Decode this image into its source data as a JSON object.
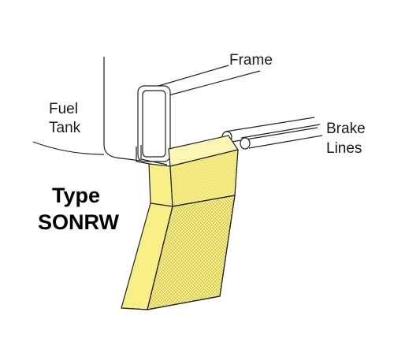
{
  "labels": {
    "frame": "Frame",
    "fuel_tank_line1": "Fuel",
    "fuel_tank_line2": "Tank",
    "brake_lines_line1": "Brake",
    "brake_lines_line2": "Lines",
    "type_line1": "Type",
    "type_line2": "SONRW"
  },
  "colors": {
    "stroke": "#222222",
    "bracket_fill": "#f7ee85",
    "bracket_light": "#fbf6b4",
    "dot_texture": "#b3a43a",
    "background": "#ffffff"
  }
}
